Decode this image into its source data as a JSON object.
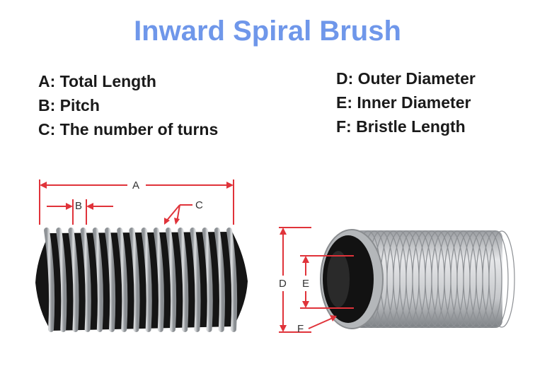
{
  "title": "Inward Spiral Brush",
  "legend_left": [
    "A: Total Length",
    "B: Pitch",
    "C: The number of turns"
  ],
  "legend_right": [
    "D: Outer Diameter",
    "E: Inner Diameter",
    "F: Bristle Length"
  ],
  "dimension_labels": {
    "a": "A",
    "b": "B",
    "c": "C",
    "d": "D",
    "e": "E",
    "f": "F"
  },
  "colors": {
    "title": "#6f97ea",
    "dimension_line": "#e0333a",
    "wire": "#b9bcbf",
    "bristle": "#161616"
  }
}
